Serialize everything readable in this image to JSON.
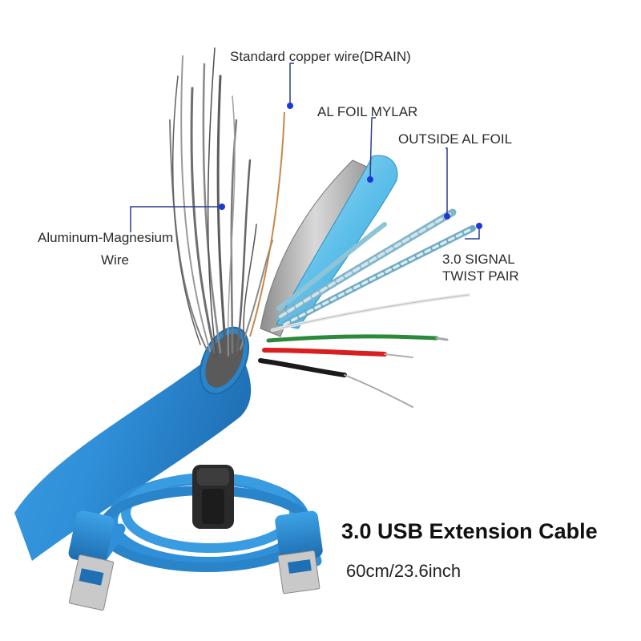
{
  "labels": {
    "drain": "Standard copper wire(DRAIN)",
    "foil_mylar": "AL FOIL MYLAR",
    "outside_foil": "OUTSIDE AL FOIL",
    "signal_line1": "3.0 SIGNAL",
    "signal_line2": "TWIST PAIR",
    "alumg_line1": "Aluminum-Magnesium",
    "alumg_line2": "Wire"
  },
  "product": {
    "title": "3.0 USB Extension Cable",
    "size": "60cm/23.6inch"
  },
  "colors": {
    "cable_blue": "#2f8fd8",
    "cable_dark": "#1f6fb4",
    "leader_line": "#2a3f8f",
    "leader_dot": "#1a3ad8",
    "wire_red": "#d81e1e",
    "wire_green": "#2a8a3a",
    "wire_black": "#1a1a1a",
    "wire_white": "#e8e8e8",
    "foil_silver": "#b8b8b8",
    "mylar_cyan": "#6cc8ee"
  },
  "icons": [
    "velcro-strap-icon",
    "usb-a-connector-icon"
  ]
}
